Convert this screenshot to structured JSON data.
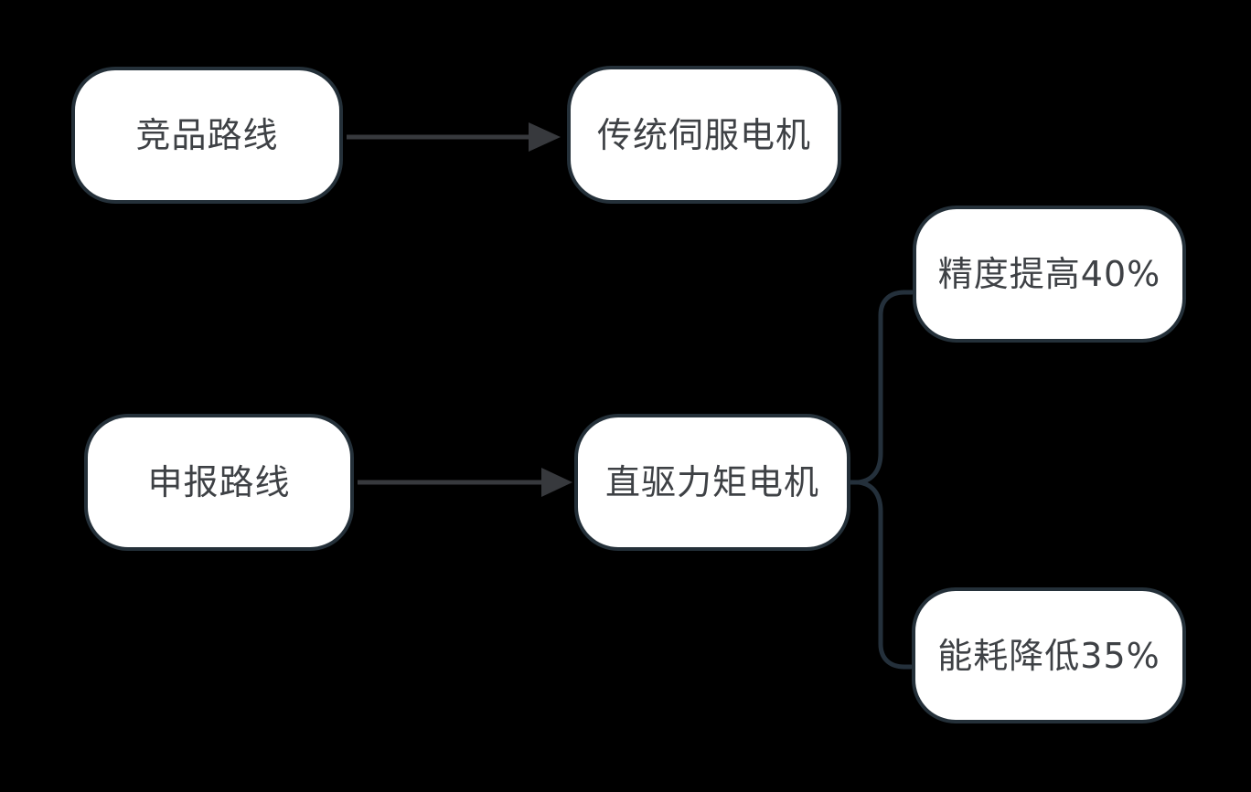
{
  "diagram": {
    "colors": {
      "background": "#000000",
      "node_fill": "#ffffff",
      "node_border": "#243039",
      "text": "#3e4145",
      "arrow": "#37393d",
      "branch": "#24303b"
    },
    "nodes": [
      {
        "id": "competitor-route",
        "label": "竞品路线"
      },
      {
        "id": "traditional-servo",
        "label": "传统伺服电机"
      },
      {
        "id": "declared-route",
        "label": "申报路线"
      },
      {
        "id": "direct-drive-motor",
        "label": "直驱力矩电机"
      },
      {
        "id": "precision-benefit",
        "label": "精度提高40%"
      },
      {
        "id": "energy-benefit",
        "label": "能耗降低35%"
      }
    ],
    "edges": [
      {
        "from": "竞品路线",
        "to": "传统伺服电机",
        "type": "arrow"
      },
      {
        "from": "申报路线",
        "to": "直驱力矩电机",
        "type": "arrow"
      },
      {
        "from": "直驱力矩电机",
        "to": "精度提高40%",
        "type": "branch"
      },
      {
        "from": "直驱力矩电机",
        "to": "能耗降低35%",
        "type": "branch"
      }
    ]
  }
}
